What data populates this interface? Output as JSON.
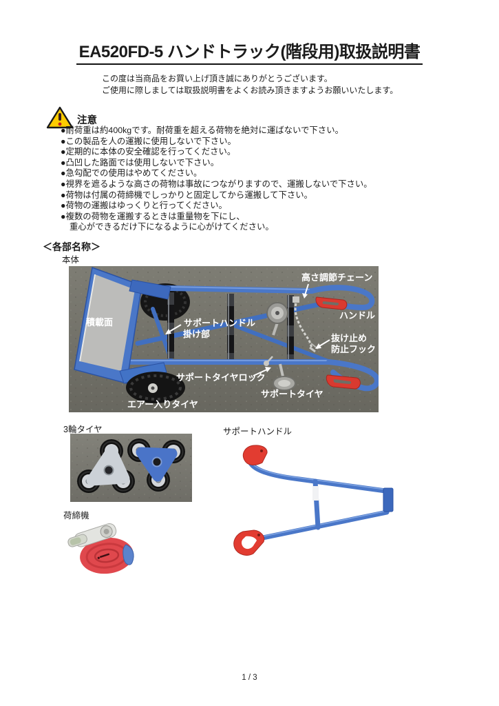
{
  "page": {
    "title": "EA520FD-5 ハンドトラック(階段用)取扱説明書",
    "intro_line1": "この度は当商品をお買い上げ頂き誠にありがとうございます。",
    "intro_line2": "ご使用に際しましては取扱説明書をよくお読み頂きますようお願いいたします。",
    "footer": "1 / 3"
  },
  "warning": {
    "heading": "注意",
    "items": [
      "●耐荷重は約400kgです。耐荷重を超える荷物を絶対に運ばないで下さい。",
      "●この製品を人の運搬に使用しないで下さい。",
      "●定期的に本体の安全確認を行ってください。",
      "●凸凹した路面では使用しないで下さい。",
      "●急勾配での使用はやめてください。",
      "●視界を遮るような高さの荷物は事故につながりますので、運搬しないで下さい。",
      "●荷物は付属の荷締機でしっかりと固定してから運搬して下さい。",
      "●荷物の運搬はゆっくりと行ってください。",
      "●複数の荷物を運搬するときは重量物を下にし、"
    ],
    "last_item_continuation": "重心ができるだけ下になるように心がけてください。"
  },
  "parts": {
    "heading": "＜各部名称＞",
    "body_label": "本体",
    "tri_wheel_label": "3輪タイヤ",
    "support_handle_label": "サポートハンドル",
    "strap_label": "荷締機",
    "main_photo_labels": {
      "height_chain": "高さ調節チェーン",
      "handle": "ハンドル",
      "load_surface": "積載面",
      "support_handle_hook1": "サポートハンドル",
      "support_handle_hook2": "掛け部",
      "stopper1": "抜け止め",
      "stopper2": "防止フック",
      "support_tire_lock": "サポートタイヤロック",
      "support_tire": "サポートタイヤ",
      "air_tire": "エアー入りタイヤ"
    }
  },
  "colors": {
    "truck_blue": "#4a77c8",
    "grip_red": "#d93a30",
    "carpet_gray": "#72716a",
    "warning_yellow": "#ffcc00"
  }
}
